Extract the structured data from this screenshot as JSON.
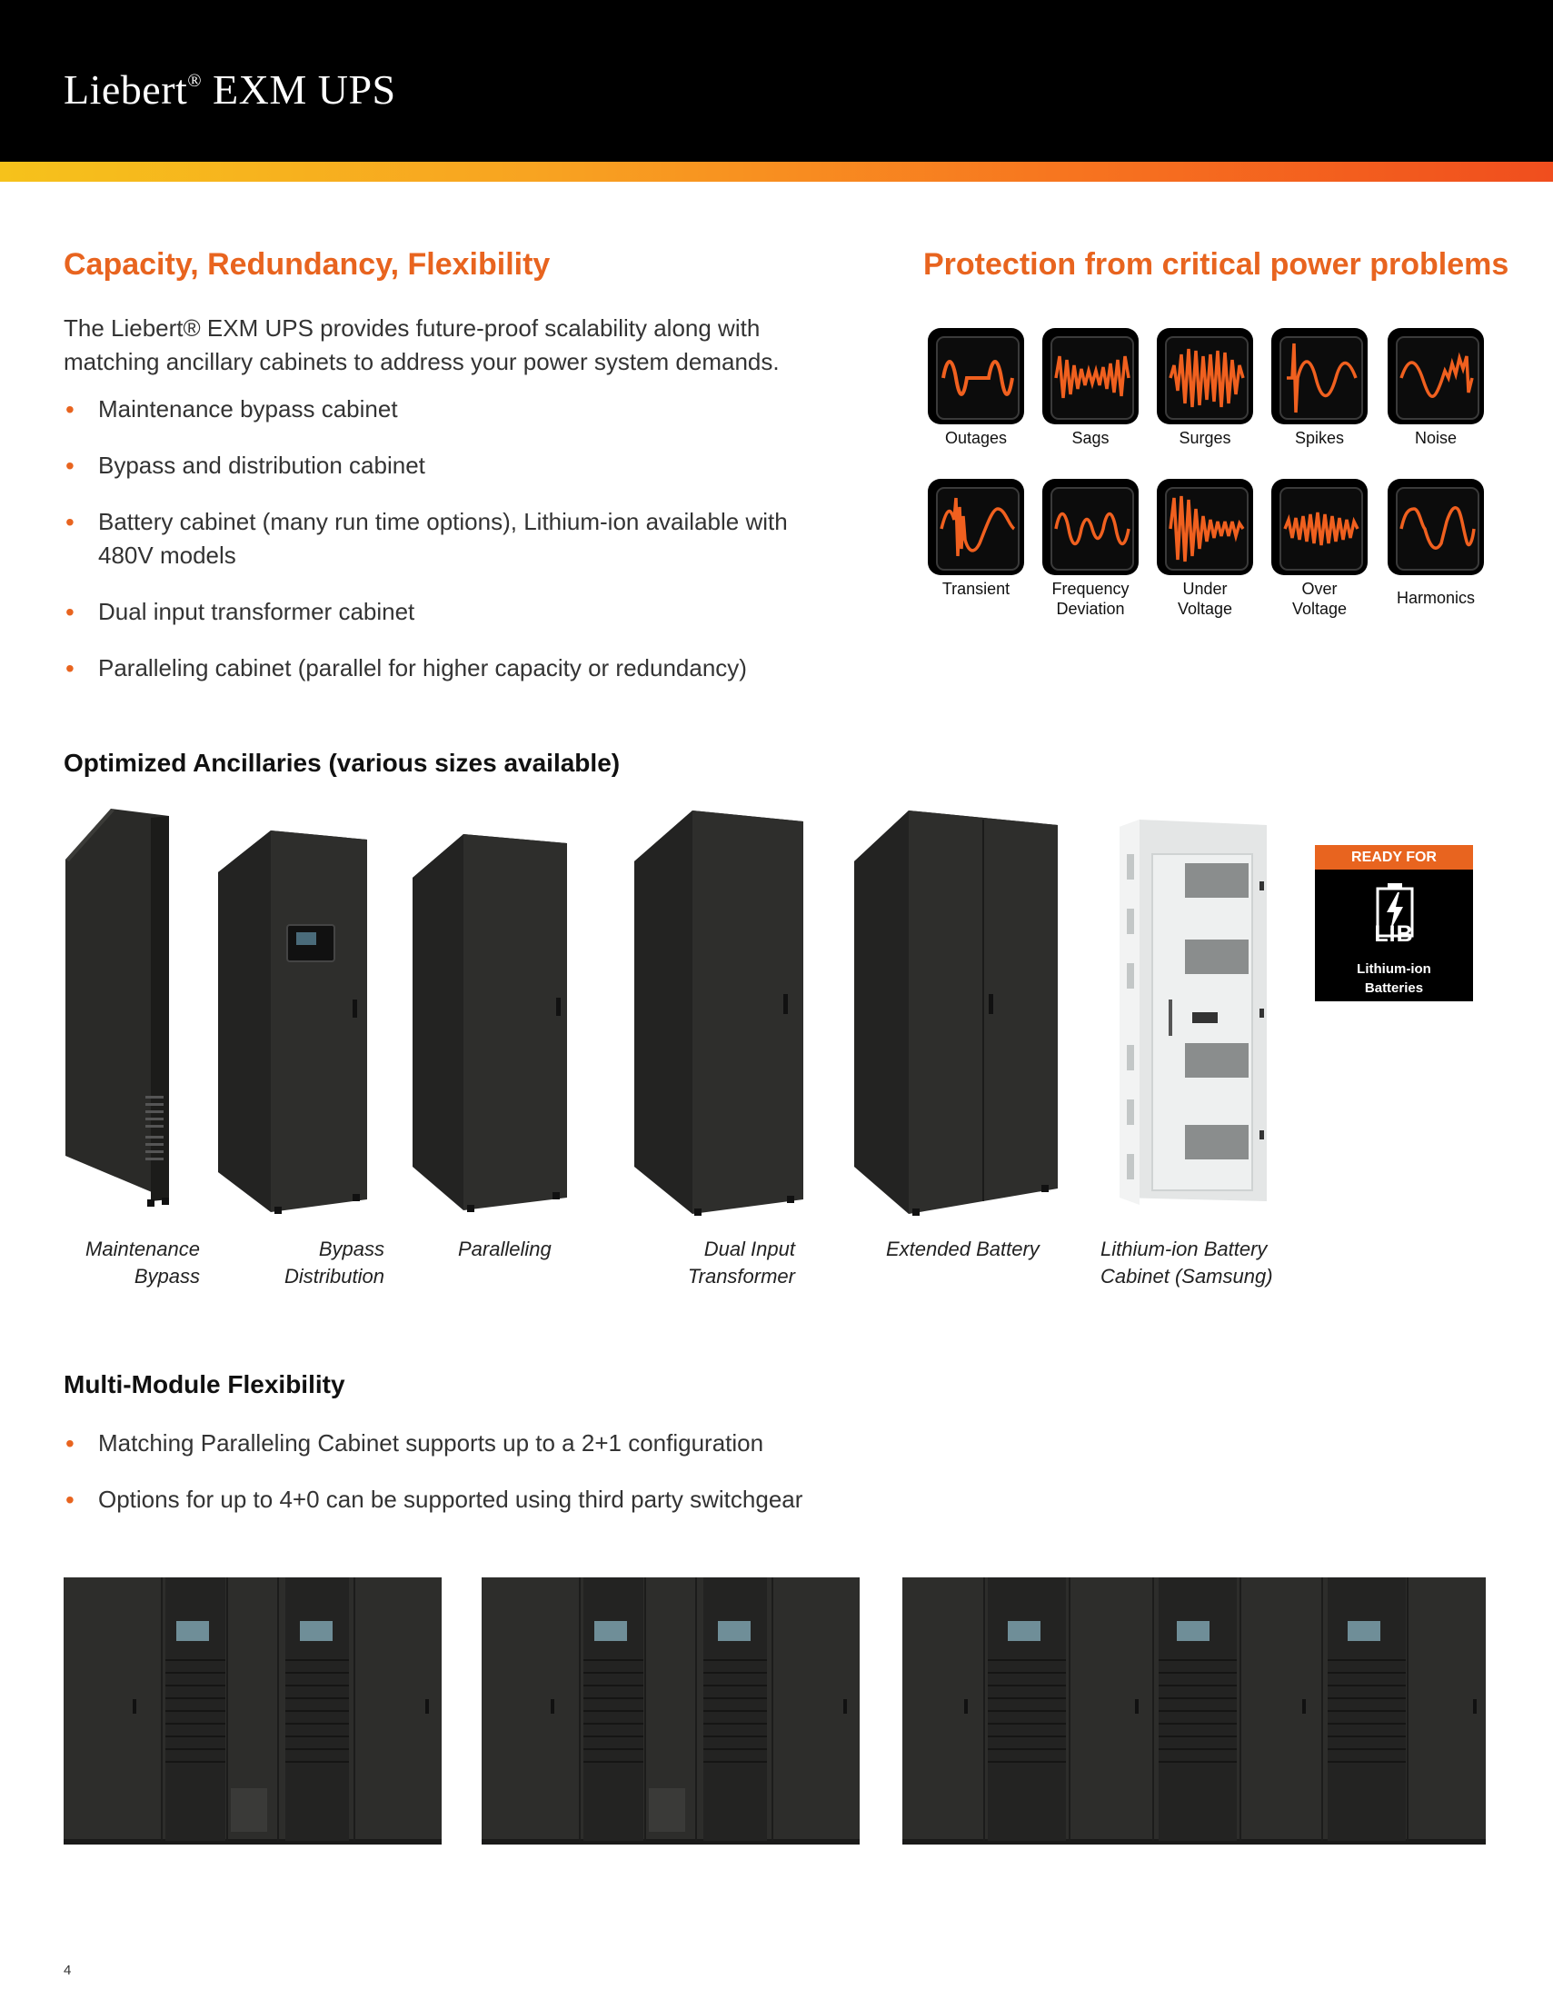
{
  "header": {
    "title": "Liebert",
    "reg": "®",
    "title_rest": " EXM UPS"
  },
  "capacity": {
    "heading": "Capacity, Redundancy, Flexibility",
    "intro": "The Liebert® EXM UPS provides future-proof scalability along with matching ancillary cabinets to address your power system demands.",
    "bullets": [
      "Maintenance bypass cabinet",
      "Bypass and distribution cabinet",
      "Battery cabinet (many run time options), Lithium-ion available with 480V models",
      "Dual input transformer cabinet",
      "Paralleling cabinet (parallel for higher capacity or redundancy)"
    ]
  },
  "protection": {
    "heading": "Protection from critical power problems",
    "icons": [
      {
        "label": "Outages",
        "icon": "outages-waveform-icon"
      },
      {
        "label": "Sags",
        "icon": "sags-waveform-icon"
      },
      {
        "label": "Surges",
        "icon": "surges-waveform-icon"
      },
      {
        "label": "Spikes",
        "icon": "spikes-waveform-icon"
      },
      {
        "label": "Noise",
        "icon": "noise-waveform-icon"
      },
      {
        "label": "Transient",
        "icon": "transient-waveform-icon"
      },
      {
        "label": "Frequency\nDeviation",
        "icon": "frequency-deviation-waveform-icon"
      },
      {
        "label": "Under\nVoltage",
        "icon": "under-voltage-waveform-icon"
      },
      {
        "label": "Over\nVoltage",
        "icon": "over-voltage-waveform-icon"
      },
      {
        "label": "Harmonics",
        "icon": "harmonics-waveform-icon"
      }
    ],
    "colors": {
      "wave": "#f0601f",
      "box": "#000000"
    }
  },
  "ancillaries": {
    "heading": "Optimized Ancillaries (various sizes available)",
    "cabinets": [
      {
        "caption": "Maintenance\nBypass"
      },
      {
        "caption": "Bypass\nDistribution"
      },
      {
        "caption": "Paralleling"
      },
      {
        "caption": "Dual Input\nTransformer"
      },
      {
        "caption": "Extended Battery"
      },
      {
        "caption": "Lithium-ion Battery\nCabinet (Samsung)"
      }
    ],
    "badge": {
      "top": "READY FOR",
      "mark": "LIB",
      "line1": "Lithium-ion",
      "line2": "Batteries"
    }
  },
  "multi": {
    "heading": "Multi-Module Flexibility",
    "bullets": [
      "Matching Paralleling Cabinet supports up to a 2+1 configuration",
      "Options for up to 4+0 can be supported using third party switchgear"
    ]
  },
  "page_number": "4",
  "colors": {
    "accent": "#e8641f",
    "cabinet": "#2d2d2b",
    "header_bg": "#000000"
  }
}
